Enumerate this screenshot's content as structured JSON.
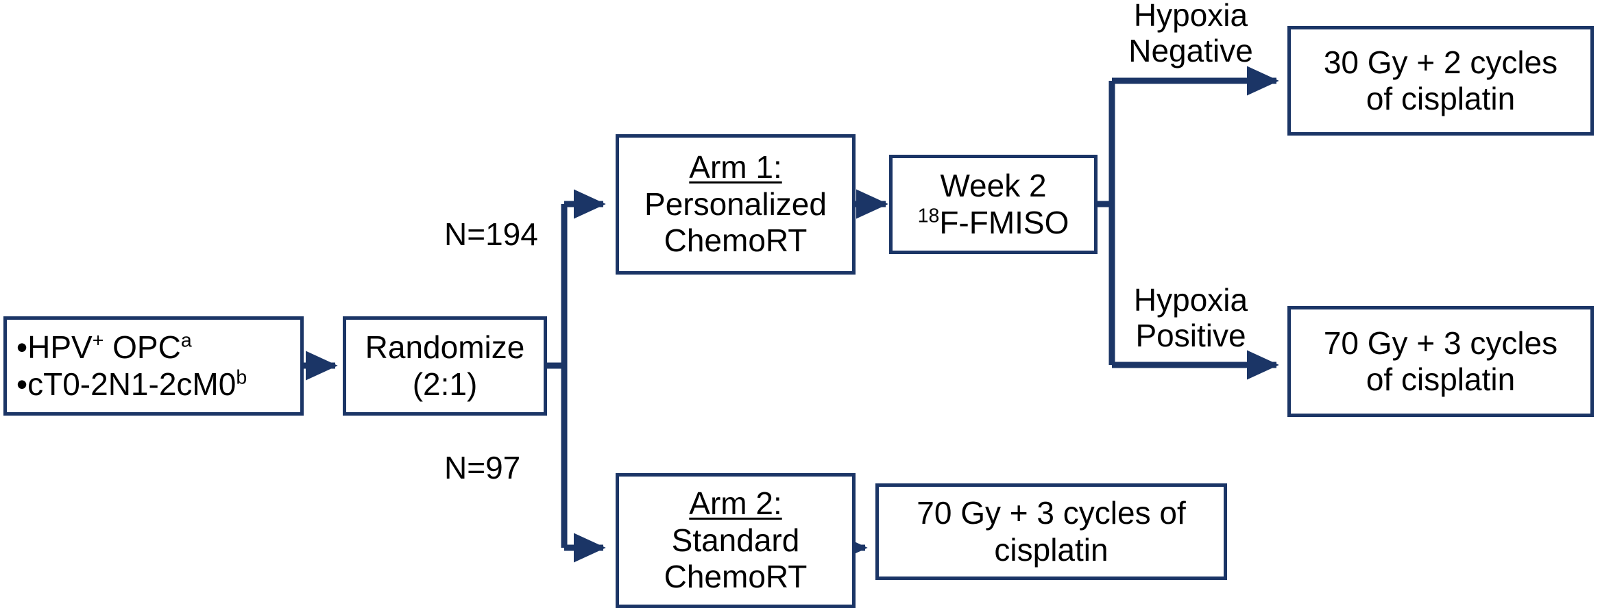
{
  "diagram": {
    "type": "clinical-trial-flowchart",
    "line_color": "#1b3566",
    "text_color": "#000000",
    "background": "#ffffff",
    "nodes": {
      "eligibility": {
        "name": "eligibility-criteria-box",
        "line1_bullet": "•",
        "line1_text": "HPV",
        "line1_sup_plus": "+",
        "line1_tail": " OPC",
        "line1_footnote": "a",
        "line2_bullet": "•",
        "line2_text": "cT0-2N1-2cM0",
        "line2_footnote": "b"
      },
      "randomize": {
        "name": "randomize-box",
        "line1": "Randomize",
        "line2": "(2:1)"
      },
      "arm1": {
        "name": "arm1-box",
        "line1": "Arm 1:",
        "line2": "Personalized",
        "line3": "ChemoRT"
      },
      "imaging": {
        "name": "week2-fmiso-box",
        "line1": "Week 2",
        "line2_sup": "18",
        "line2": "F-FMISO"
      },
      "hypoxia_negative_treatment": {
        "name": "hypoxia-negative-treatment-box",
        "line1": "30 Gy + 2 cycles",
        "line2": "of cisplatin"
      },
      "hypoxia_positive_treatment": {
        "name": "hypoxia-positive-treatment-box",
        "line1": "70 Gy + 3 cycles",
        "line2": "of cisplatin"
      },
      "arm2": {
        "name": "arm2-box",
        "line1": "Arm 2:",
        "line2": "Standard",
        "line3": "ChemoRT"
      },
      "arm2_treatment": {
        "name": "arm2-treatment-box",
        "line1": "70 Gy + 3 cycles of",
        "line2": "cisplatin"
      }
    },
    "edge_labels": {
      "arm1_n": "N=194",
      "arm2_n": "N=97",
      "hypoxia_negative_line1": "Hypoxia",
      "hypoxia_negative_line2": "Negative",
      "hypoxia_positive_line1": "Hypoxia",
      "hypoxia_positive_line2": "Positive"
    }
  }
}
